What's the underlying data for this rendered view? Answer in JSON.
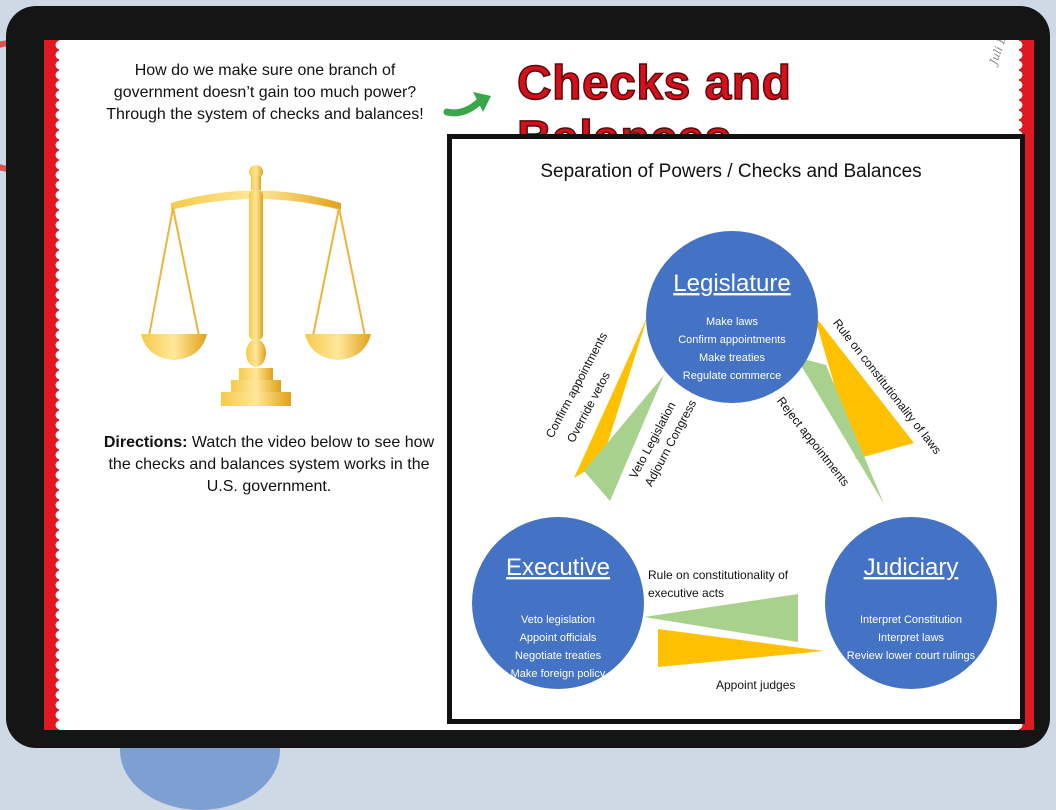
{
  "intro_lines": [
    "How do we make sure one branch of",
    "government doesn’t gain too much power?",
    "Through the system of checks and balances!"
  ],
  "title": "Checks and Balances",
  "signature": "Juli Bob",
  "directions": {
    "label": "Directions:",
    "text": "Watch the video below to see how the checks and balances system works in the U.S. government."
  },
  "diagram": {
    "heading": "Separation of Powers / Checks and Balances",
    "legislature": {
      "name": "Legislature",
      "powers": [
        "Make laws",
        "Confirm appointments",
        "Make treaties",
        "Regulate commerce"
      ]
    },
    "executive": {
      "name": "Executive",
      "powers": [
        "Veto legislation",
        "Appoint officials",
        "Negotiate treaties",
        "Make foreign policy"
      ]
    },
    "judiciary": {
      "name": "Judiciary",
      "powers": [
        "Interpret Constitution",
        "Interpret laws",
        "Review lower court rulings"
      ]
    },
    "checks": {
      "leg_to_exec_1": "Confirm appointments",
      "leg_to_exec_2": "Override vetos",
      "exec_to_leg_1": "Veto Legislation",
      "exec_to_leg_2": "Adjourn Congress",
      "jud_to_leg": "Rule on constitutionality of laws",
      "leg_to_jud": "Reject appointments",
      "jud_to_exec_1": "Rule on constitutionality of",
      "jud_to_exec_2": "executive acts",
      "exec_to_jud": "Appoint judges"
    }
  },
  "colors": {
    "branch": "#4472c4",
    "check_yellow": "#ffc000",
    "check_green": "#a9d18e",
    "title_red": "#d4101c",
    "arrow_green": "#3aa64a",
    "scale_gold": "#f2b705"
  }
}
